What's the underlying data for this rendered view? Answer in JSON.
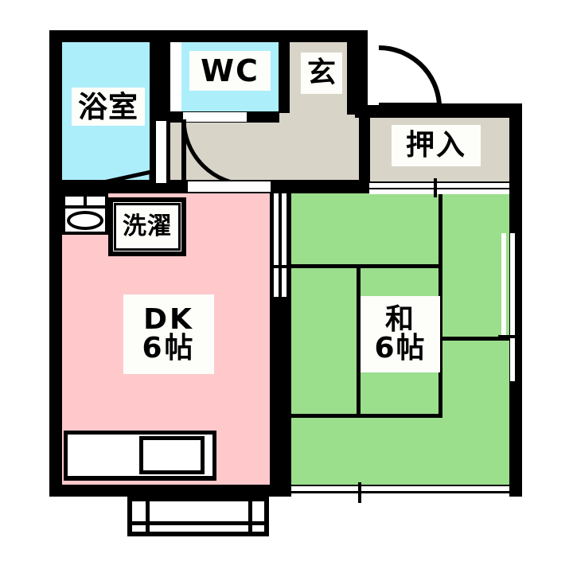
{
  "plan": {
    "title": "Apartment Floor Plan",
    "unit_suffix": "帖",
    "colors": {
      "wall": "#000000",
      "bath": "#ADEEFB",
      "wc": "#ADEEFB",
      "dk": "#FFC9CB",
      "tatami": "#9BDE8C",
      "hall": "#D8D4C8",
      "closet": "#D8D4C8",
      "entrance": "#BFBFBF",
      "label_bg": "#FDFDFA",
      "background": "#FFFFFF"
    },
    "rooms": [
      {
        "key": "bath",
        "label": "浴室",
        "fill": "#ADEEFB"
      },
      {
        "key": "wc",
        "label": "WC",
        "fill": "#ADEEFB"
      },
      {
        "key": "entrance",
        "label": "玄",
        "fill": "#BFBFBF"
      },
      {
        "key": "closet",
        "label": "押入",
        "fill": "#D8D4C8"
      },
      {
        "key": "laundry",
        "label": "洗濯",
        "fill": "#FFC9CB"
      },
      {
        "key": "dk",
        "label": "DK",
        "area": "6帖",
        "fill": "#FFC9CB"
      },
      {
        "key": "washitsu",
        "label": "和",
        "area": "6帖",
        "fill": "#9BDE8C"
      }
    ],
    "labels": {
      "bath": "浴室",
      "wc": "WC",
      "entrance": "玄",
      "closet": "押入",
      "laundry": "洗濯",
      "dk_name": "DK",
      "dk_area": "6帖",
      "washitsu_name": "和",
      "washitsu_area": "6帖"
    },
    "features": {
      "entry_door": "hinged-door-swing-out",
      "wc_door": "hinged-door-swing-in",
      "bath_door": "folding-door",
      "dk_washitsu_partition": "sliding-door",
      "closet_doors": "sliding-fusuma",
      "veranda": "balcony",
      "kitchen_counter": "sink-counter",
      "sink_icon": "basin-icon",
      "right_window": "sliding-window",
      "tatami_count": 6
    }
  }
}
